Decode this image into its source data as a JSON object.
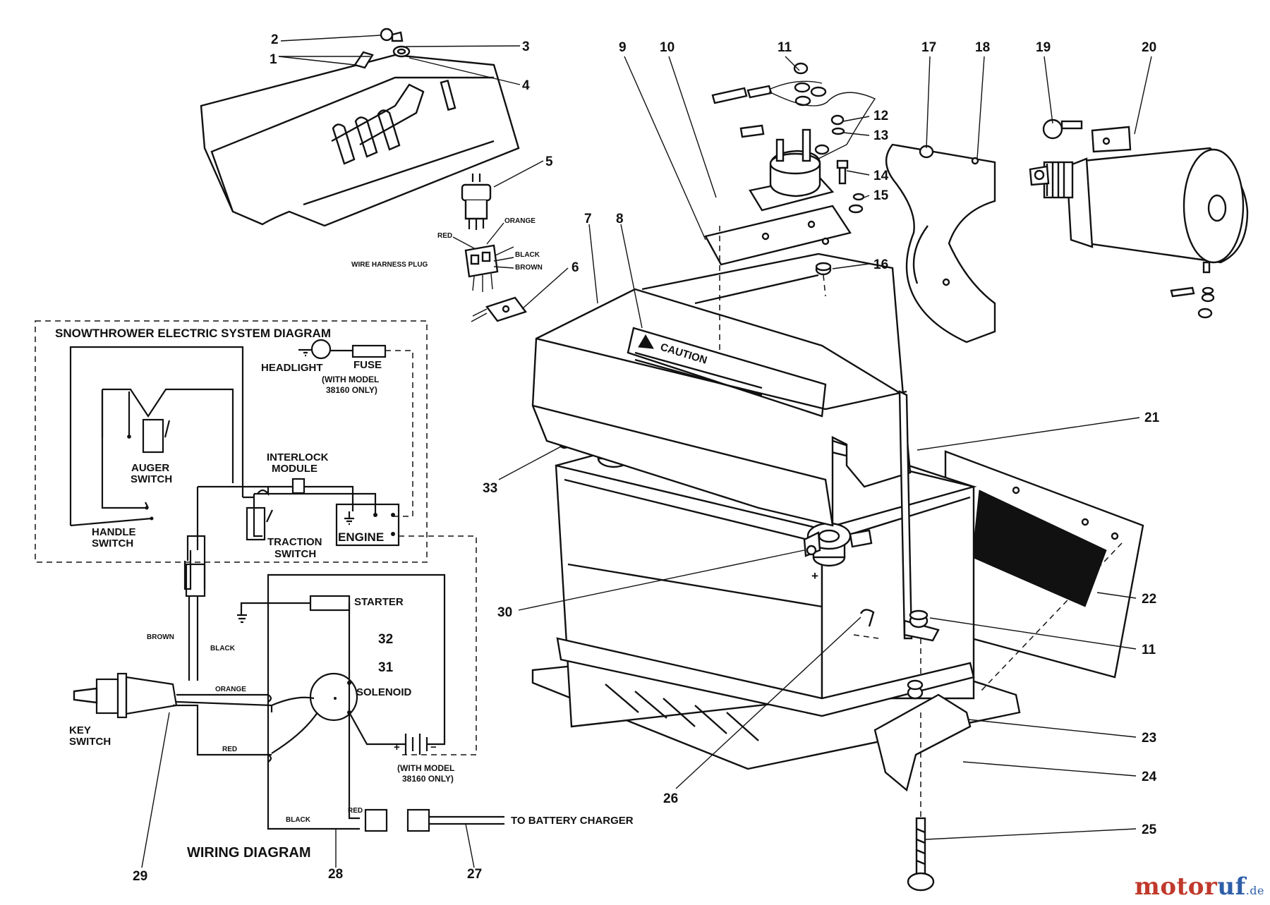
{
  "callouts": [
    "1",
    "2",
    "3",
    "4",
    "5",
    "6",
    "7",
    "8",
    "9",
    "10",
    "11",
    "12",
    "13",
    "14",
    "15",
    "16",
    "17",
    "18",
    "19",
    "20",
    "21",
    "22",
    "11",
    "23",
    "24",
    "25",
    "26",
    "27",
    "28",
    "29",
    "30",
    "31",
    "32",
    "33"
  ],
  "parts_labels": {
    "orange": "ORANGE",
    "red": "RED",
    "black": "BLACK",
    "brown": "BROWN",
    "wire_harness_plug": "WIRE HARNESS PLUG",
    "caution": "CAUTION"
  },
  "system_diagram": {
    "title": "SNOWTHROWER ELECTRIC SYSTEM DIAGRAM",
    "headlight": "HEADLIGHT",
    "fuse": "FUSE",
    "model_note_1": "(WITH MODEL",
    "model_note_2": "38160 ONLY)",
    "auger_switch_1": "AUGER",
    "auger_switch_2": "SWITCH",
    "interlock_1": "INTERLOCK",
    "interlock_2": "MODULE",
    "handle_switch_1": "HANDLE",
    "handle_switch_2": "SWITCH",
    "traction_switch_1": "TRACTION",
    "traction_switch_2": "SWITCH",
    "engine": "ENGINE"
  },
  "wiring_diagram": {
    "title": "WIRING DIAGRAM",
    "starter": "STARTER",
    "solenoid": "SOLENOID",
    "key_switch_1": "KEY",
    "key_switch_2": "SWITCH",
    "wire_brown": "BROWN",
    "wire_black": "BLACK",
    "wire_orange": "ORANGE",
    "wire_red": "RED",
    "wire_black_2": "BLACK",
    "wire_red_2": "RED",
    "model_note_1": "(WITH MODEL",
    "model_note_2": "38160 ONLY)",
    "battery_charger": "TO BATTERY CHARGER"
  },
  "watermark": {
    "part_a": "motor",
    "part_b": "uf",
    "part_c": ".de"
  }
}
